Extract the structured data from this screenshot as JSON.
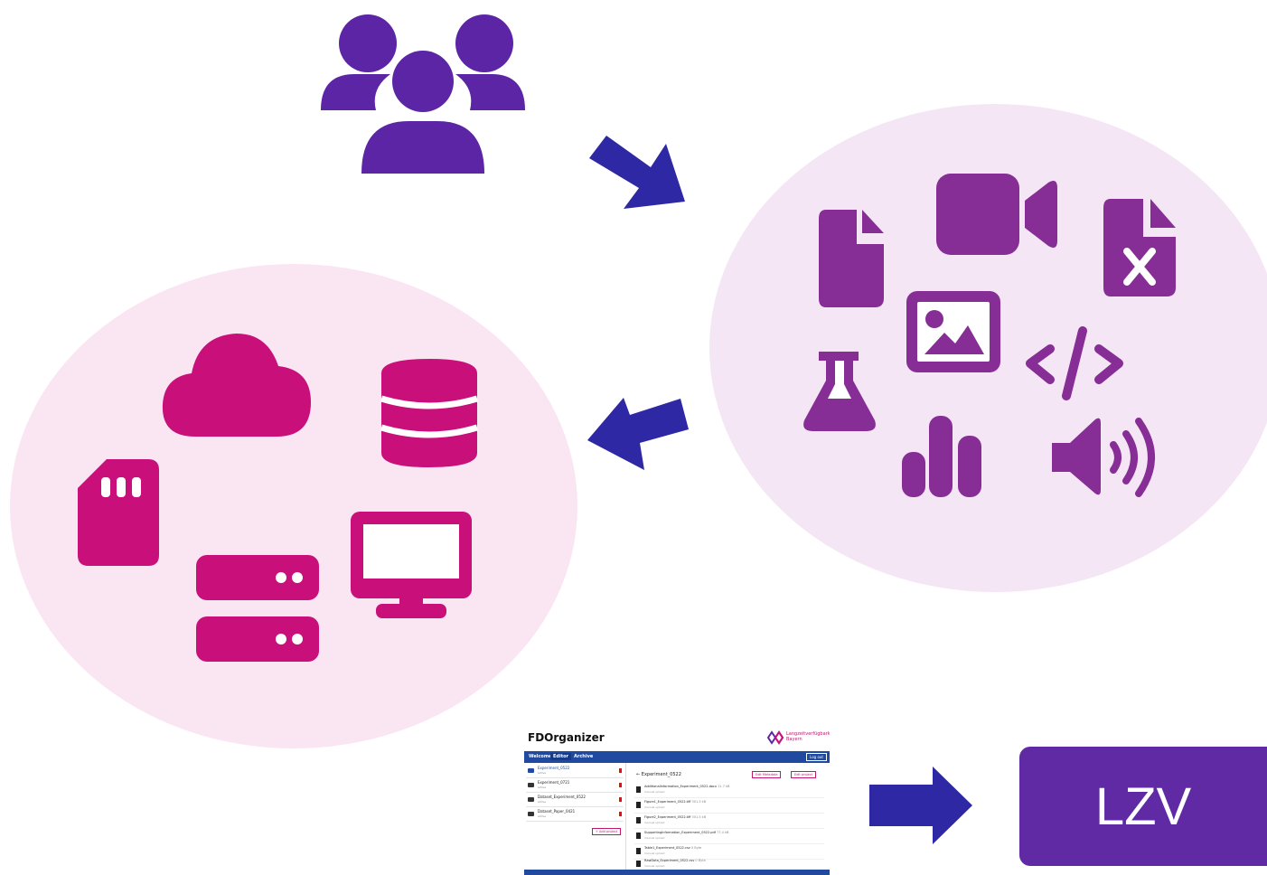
{
  "colors": {
    "users": "#5b25a6",
    "data_icons": "#872d96",
    "data_bg": "#f4e6f4",
    "storage_icons": "#c90f7a",
    "storage_bg": "#fae6f2",
    "arrow": "#2e28a4",
    "lzv_bg": "#5f2aa4"
  },
  "icons": {
    "users": "users-group-icon",
    "data": [
      "file-icon",
      "video-camera-icon",
      "file-excel-icon",
      "image-icon",
      "code-icon",
      "flask-icon",
      "bar-chart-icon",
      "volume-icon"
    ],
    "storage": [
      "cloud-icon",
      "database-icon",
      "sd-card-icon",
      "server-icon",
      "monitor-icon"
    ]
  },
  "app": {
    "title": "FDOrganizer",
    "logo_text": "Langzeitverfügbarkeit Bayern",
    "tabs": [
      "Welcome",
      "Editor",
      "Archive"
    ],
    "active_tab": "Editor",
    "logout": "Log out",
    "projects": [
      {
        "name": "Experiment_0522",
        "status": "active"
      },
      {
        "name": "Experiment_0721",
        "status": "active"
      },
      {
        "name": "Dataset_Experiment_0522",
        "status": "active"
      },
      {
        "name": "Dataset_Paper_0421",
        "status": "active"
      }
    ],
    "add_project": "+ Add project",
    "breadcrumb": "←  Experiment_0522",
    "edit_metadata": "Edit Metadata",
    "edit_project": "Edit project",
    "files": [
      {
        "name": "AdditionalInformation_Experiment_0522.docx",
        "size": "11.7 kB",
        "source": "manual upload"
      },
      {
        "name": "Figure1_Experiment_0522.tiff",
        "size": "301.5 kB",
        "source": "manual upload"
      },
      {
        "name": "Figure2_Experiment_0522.tiff",
        "size": "301.5 kB",
        "source": "manual upload"
      },
      {
        "name": "SupportingInformation_Experiment_0522.pdf",
        "size": "77.4 kB",
        "source": "manual upload"
      },
      {
        "name": "Table1_Experiment_0522.csv",
        "size": "0 Byte",
        "source": "manual upload"
      },
      {
        "name": "RawData_Experiment_0522.csv",
        "size": "0 Byte",
        "source": "manual upload"
      }
    ]
  },
  "lzv_label": "LZV"
}
